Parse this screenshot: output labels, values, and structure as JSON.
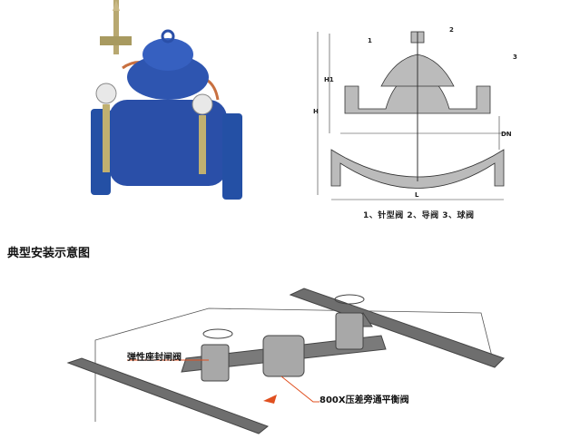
{
  "drawing": {
    "callouts": [
      "1",
      "2",
      "3"
    ],
    "dimensions": [
      "H",
      "H1",
      "DN",
      "L"
    ],
    "caption": "1、针型阀  2、导阀  3、球阀"
  },
  "section_title": "典型安装示意图",
  "installation": {
    "label_gate_valve": "弹性座封闸阀",
    "label_balance_valve": "800X压差旁通平衡阀"
  },
  "colors": {
    "valve_blue": "#2a4fa8",
    "pipe_gray": "#6e6e6e",
    "leader_red": "#e05020"
  }
}
